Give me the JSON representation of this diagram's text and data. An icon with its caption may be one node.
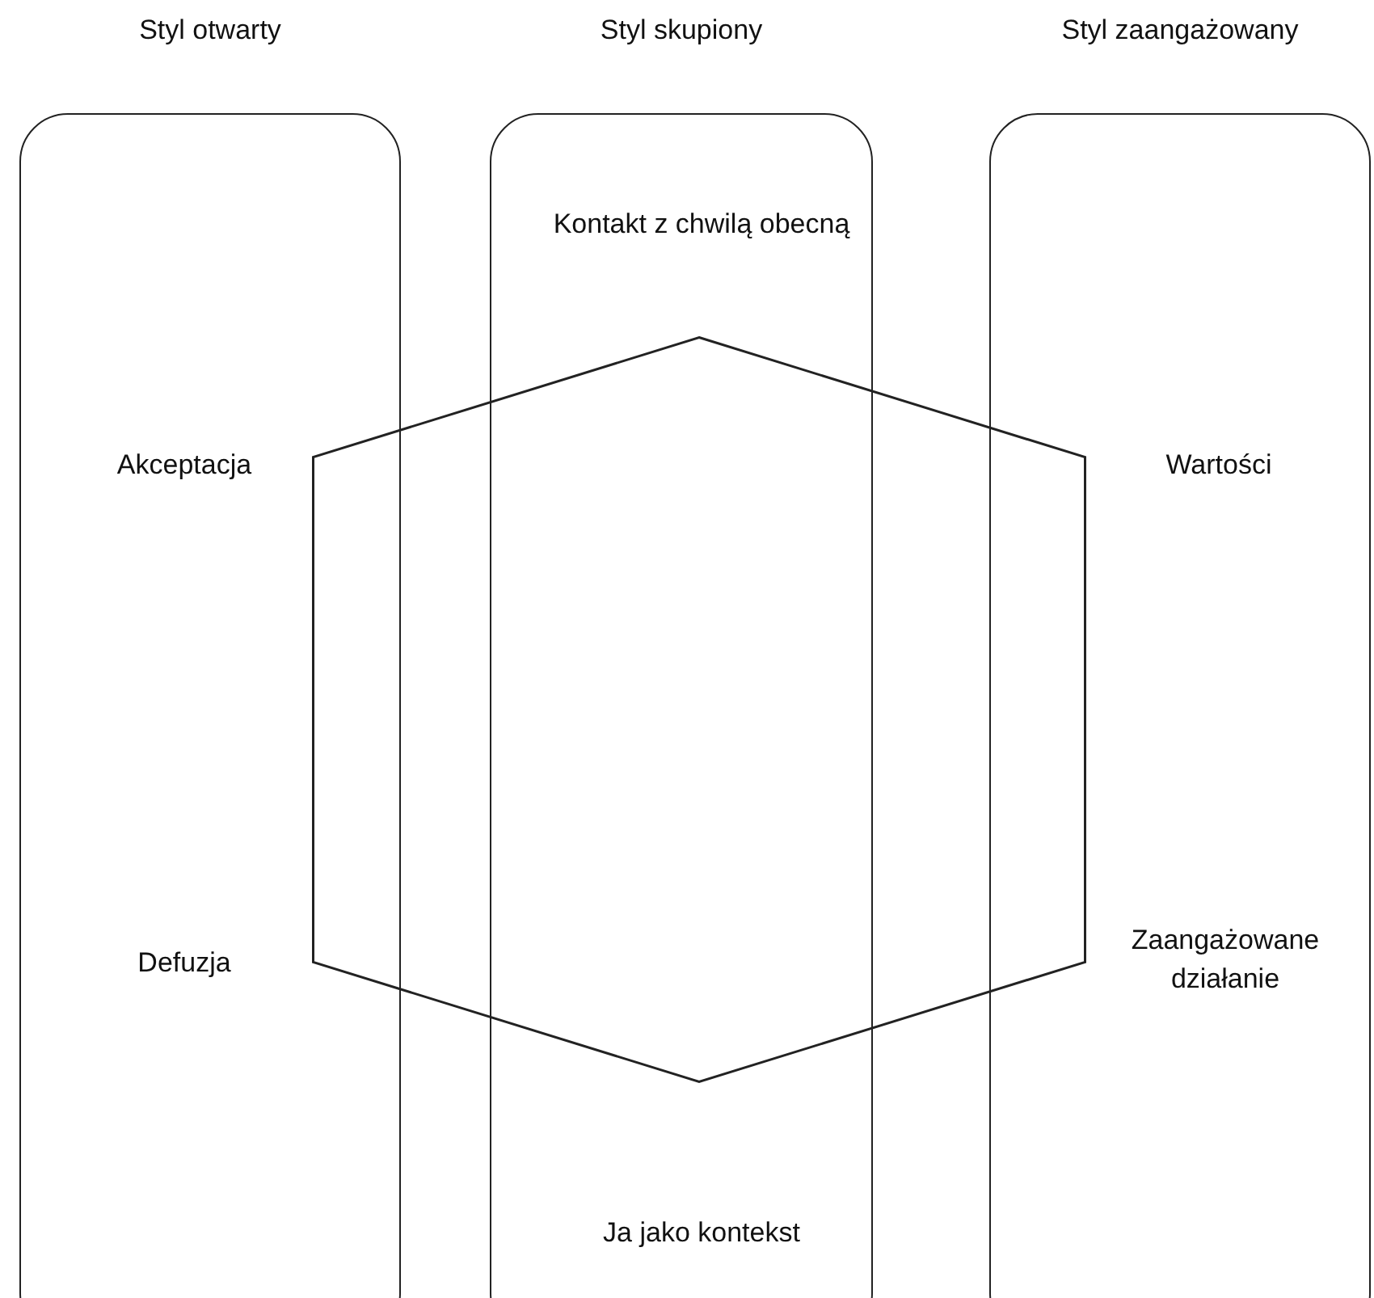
{
  "diagram": {
    "nodes": [
      {
        "text": [
          "Styl otwarty"
        ]
      },
      {
        "text": [
          "Styl skupiony"
        ]
      },
      {
        "text": [
          "Styl zaangażowany"
        ]
      },
      {
        "text": [
          "Kontakt z chwilą obecną"
        ],
        "in": 1
      },
      {
        "text": [
          "Akceptacja"
        ],
        "in": 0
      },
      {
        "text": [
          "Wartości"
        ],
        "in": 2
      },
      {
        "text": [
          "Defuzja"
        ],
        "in": 0
      },
      {
        "text": [
          "Zaangażowane działanie"
        ],
        "in": 2
      },
      {
        "text": [
          "Ja jako kontekst"
        ],
        "in": 1
      },
      {
        "text": [],
        "shape": "hexagon"
      }
    ]
  }
}
